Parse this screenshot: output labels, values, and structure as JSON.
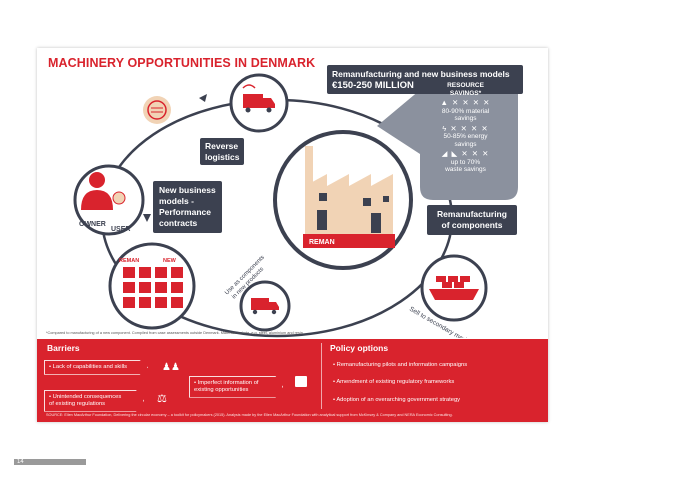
{
  "title": "MACHINERY OPPORTUNITIES IN DENMARK",
  "remanufacturing_box": {
    "line1": "Remanufacturing and new business models",
    "line2": "€150-250 MILLION"
  },
  "resource_savings": {
    "header_line1": "RESOURCE",
    "header_line2": "SAVINGS*",
    "items": [
      {
        "line1": "80-90% material",
        "line2": "savings"
      },
      {
        "line1": "50-85% energy",
        "line2": "savings"
      },
      {
        "line1": "up to 70%",
        "line2": "waste savings"
      }
    ]
  },
  "labels": {
    "reverse_logistics_line1": "Reverse",
    "reverse_logistics_line2": "logistics",
    "new_business_line1": "New business",
    "new_business_line2": "models -",
    "new_business_line3": "Performance",
    "new_business_line4": "contracts",
    "reman_components_line1": "Remanufacturing",
    "reman_components_line2": "of components",
    "owner": "OWNER",
    "user": "USER",
    "reman": "REMAN",
    "reman_small": "REMAN",
    "new_small": "NEW",
    "use_as_components_line1": "Use as components",
    "use_as_components_line2": "in new products",
    "sell_to_secondary": "Sell to secondary markets"
  },
  "footnote": "*Compared to manufacturing of a new component. Compiled from case assessments outside Denmark. Materials include, e.g. steel, aluminium and resin",
  "barriers": {
    "title": "Barriers",
    "items": [
      {
        "line1": "• Lack of capabilities and skills",
        "line2": ""
      },
      {
        "line1": "• Imperfect information of",
        "line2": "existing opportunities"
      },
      {
        "line1": "• Unintended consequences",
        "line2": "of existing regulations"
      }
    ]
  },
  "policy": {
    "title": "Policy options",
    "items": [
      "• Remanufacturing pilots and information campaigns",
      "• Amendment of existing regulatory frameworks",
      "• Adoption of an overarching government strategy"
    ]
  },
  "source": "SOURCE: Ellen MacArthur Foundation, Delivering the circular economy – a toolkit for policymakers (2015). Analysis made by the Ellen MacArthur Foundation with analytical support from McKinsey & Company and NERA Economic Consulting.",
  "page_number": "14",
  "colors": {
    "red": "#d9232d",
    "dark": "#3c4150",
    "circle": "#3c4150",
    "savings_bubble": "#8b919e"
  }
}
